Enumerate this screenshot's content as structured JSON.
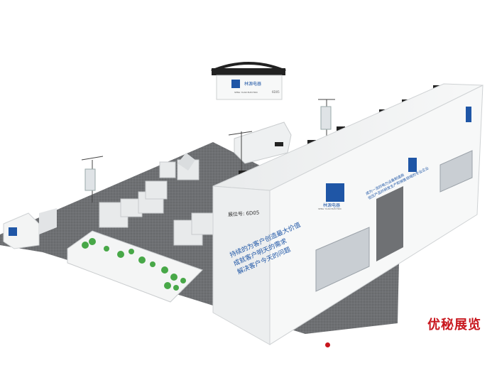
{
  "header_sign": {
    "company": "林源电器",
    "company_en": "SENG YUAN ELECTRIC",
    "booth": "6D05"
  },
  "booth_label": "展位号: 6D05",
  "slogan_lines": [
    "持续的为客户创造最大价值",
    "成就客户明天的需求",
    "解决客户今天的问题"
  ],
  "wall_logo": {
    "company": "林源电器",
    "company_en": "SENG YUAN ELECTRIC"
  },
  "wall_slogan_small": [
    "成为一流的电力设备制造商",
    "低压产品的研发生产和销售领域的专业企业"
  ],
  "watermark": "优秘展览",
  "colors": {
    "brand_blue": "#1f56a6",
    "wall_white": "#f7f8f8",
    "floor": "#6f7174",
    "green": "#4caf50",
    "watermark_red": "#c8161d"
  }
}
